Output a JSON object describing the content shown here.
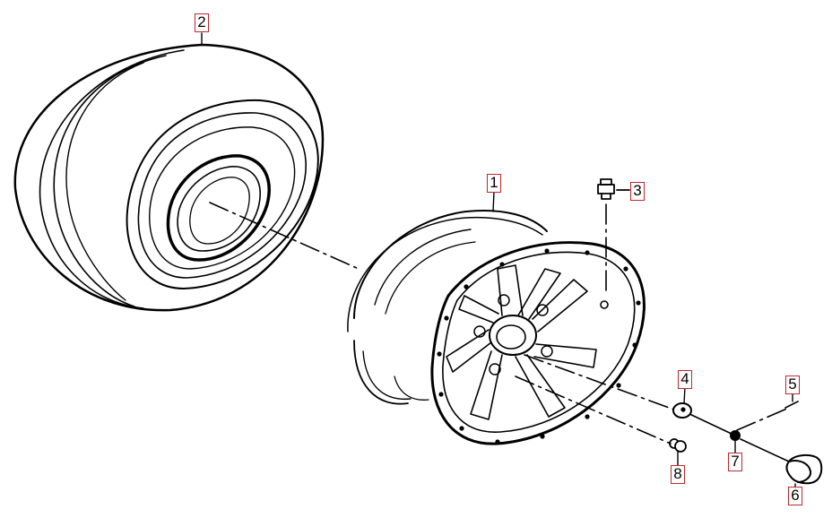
{
  "callouts": {
    "c1": "1",
    "c2": "2",
    "c3": "3",
    "c4": "4",
    "c5": "5",
    "c6": "6",
    "c7": "7",
    "c8": "8"
  },
  "colors": {
    "line": "#000000",
    "callout_border": "#c0262d",
    "background": "#ffffff"
  }
}
